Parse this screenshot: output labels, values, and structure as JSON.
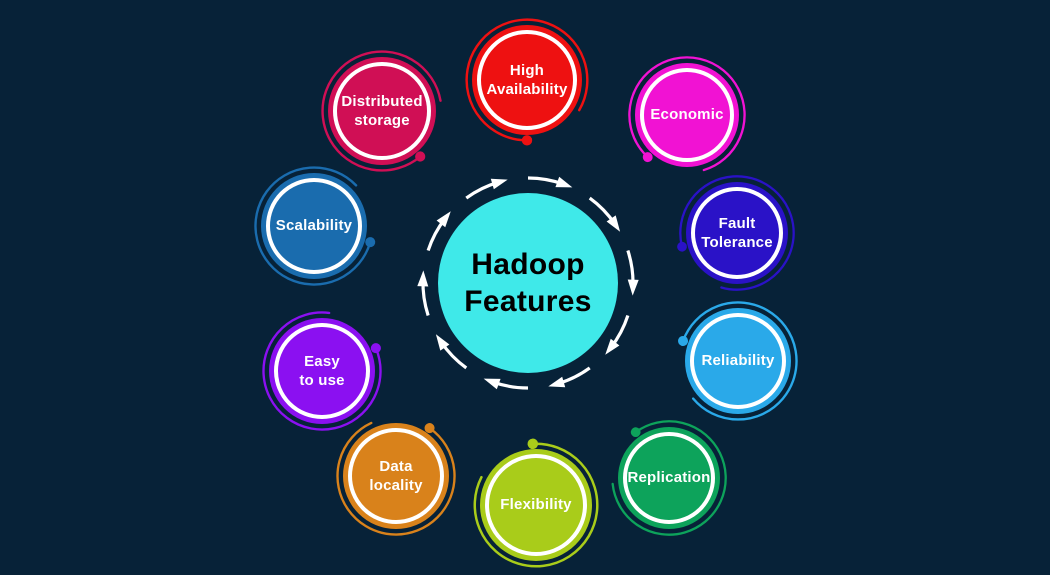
{
  "background_color": "#072238",
  "center": {
    "title": "Hadoop\nFeatures",
    "color": "#3FE9E9",
    "text_color": "#000000",
    "arrow_color": "#FFFFFF"
  },
  "label_text_color": "#FFFFFF",
  "nodes": [
    {
      "id": "high-availability",
      "label": "High\nAvailability",
      "color": "#EE1111"
    },
    {
      "id": "economic",
      "label": "Economic",
      "color": "#F112D3"
    },
    {
      "id": "fault-tolerance",
      "label": "Fault\nTolerance",
      "color": "#2A12C7"
    },
    {
      "id": "reliability",
      "label": "Reliability",
      "color": "#2AA9E9"
    },
    {
      "id": "replication",
      "label": "Replication",
      "color": "#0DA35B"
    },
    {
      "id": "flexibility",
      "label": "Flexibility",
      "color": "#A9CC1A"
    },
    {
      "id": "data-locality",
      "label": "Data\nlocality",
      "color": "#D9821B"
    },
    {
      "id": "easy-to-use",
      "label": "Easy\nto use",
      "color": "#8B10F1"
    },
    {
      "id": "scalability",
      "label": "Scalability",
      "color": "#1A6CAE"
    },
    {
      "id": "distributed-storage",
      "label": "Distributed\nstorage",
      "color": "#D00F55"
    }
  ]
}
